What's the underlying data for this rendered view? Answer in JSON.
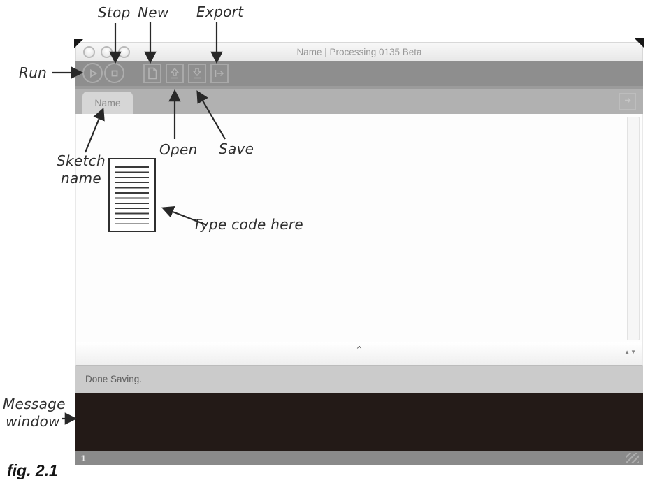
{
  "figure_caption": "fig. 2.1",
  "window": {
    "title": "Name | Processing 0135 Beta",
    "tab_label": "Name",
    "message_text": "Done Saving.",
    "status_line": "1"
  },
  "annotations": {
    "run": "Run",
    "stop": "Stop",
    "new": "New",
    "export": "Export",
    "open": "Open",
    "save": "Save",
    "sketch_name_1": "Sketch",
    "sketch_name_2": "name",
    "type_code": "Type code here",
    "message_window_1": "Message",
    "message_window_2": "window"
  },
  "icons": {
    "divider_grip": "^",
    "panel_collapse_up": "▲",
    "panel_collapse_down": "▼"
  },
  "colors": {
    "toolbar_bg": "#8e8e8e",
    "tabbar_bg": "#b1b1b1",
    "tab_bg": "#d6d6d6",
    "titlebar_bg": "#f2f2f2",
    "message_bar_bg": "#cbcbcb",
    "console_bg": "#231a17",
    "status_bar_bg": "#8a8a8a",
    "annotation_ink": "#2e2e2e"
  }
}
